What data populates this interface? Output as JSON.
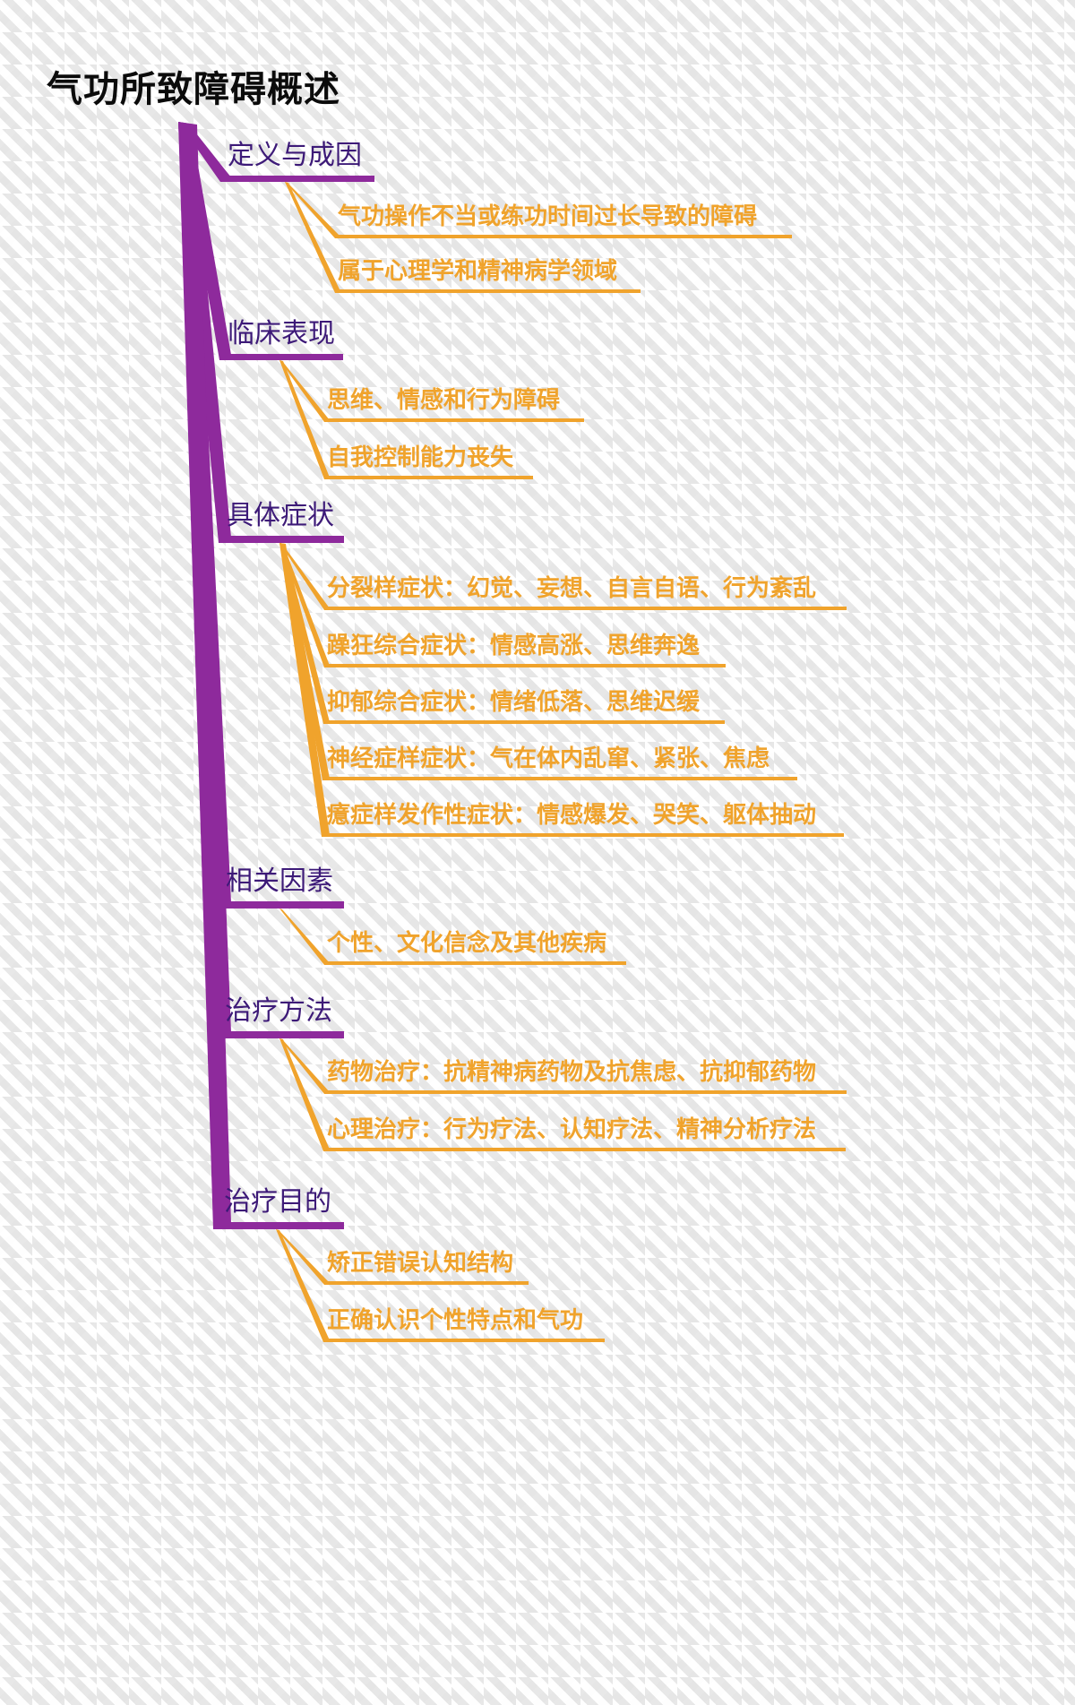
{
  "document": {
    "type": "mind-map",
    "title": "气功所致障碍概述"
  },
  "colors": {
    "root_text": "#0b0b0b",
    "level1_text": "#3d1a78",
    "level1_branch": "#8e2a9c",
    "level2_text": "#f0a32c",
    "level2_branch": "#f0a32c",
    "background": "#f6f6f6"
  },
  "root": {
    "label": "气功所致障碍概述"
  },
  "branches": [
    {
      "label": "定义与成因",
      "children": [
        {
          "label": "气功操作不当或练功时间过长导致的障碍"
        },
        {
          "label": "属于心理学和精神病学领域"
        }
      ]
    },
    {
      "label": "临床表现",
      "children": [
        {
          "label": "思维、情感和行为障碍"
        },
        {
          "label": "自我控制能力丧失"
        }
      ]
    },
    {
      "label": "具体症状",
      "children": [
        {
          "label": "分裂样症状：幻觉、妄想、自言自语、行为紊乱"
        },
        {
          "label": "躁狂综合症状：情感高涨、思维奔逸"
        },
        {
          "label": "抑郁综合症状：情绪低落、思维迟缓"
        },
        {
          "label": "神经症样症状：气在体内乱窜、紧张、焦虑"
        },
        {
          "label": "癔症样发作性症状：情感爆发、哭笑、躯体抽动"
        }
      ]
    },
    {
      "label": "相关因素",
      "children": [
        {
          "label": "个性、文化信念及其他疾病"
        }
      ]
    },
    {
      "label": "治疗方法",
      "children": [
        {
          "label": "药物治疗：抗精神病药物及抗焦虑、抗抑郁药物"
        },
        {
          "label": "心理治疗：行为疗法、认知疗法、精神分析疗法"
        }
      ]
    },
    {
      "label": "治疗目的",
      "children": [
        {
          "label": "矫正错误认知结构"
        },
        {
          "label": "正确认识个性特点和气功"
        }
      ]
    }
  ]
}
